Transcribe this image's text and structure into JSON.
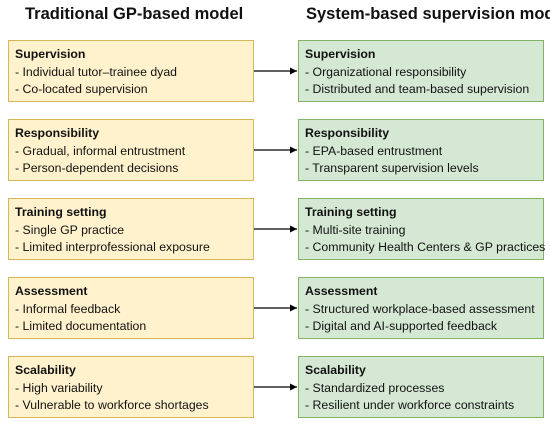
{
  "left_title": "Traditional GP-based model",
  "right_title": "System-based supervision model",
  "rows": [
    {
      "left": {
        "title": "Supervision",
        "lines": [
          "- Individual tutor–trainee dyad",
          "- Co-located supervision"
        ]
      },
      "right": {
        "title": "Supervision",
        "lines": [
          "- Organizational responsibility",
          "- Distributed and team-based supervision"
        ]
      }
    },
    {
      "left": {
        "title": "Responsibility",
        "lines": [
          "- Gradual, informal entrustment",
          "- Person-dependent decisions"
        ]
      },
      "right": {
        "title": "Responsibility",
        "lines": [
          "- EPA-based entrustment",
          "- Transparent supervision levels"
        ]
      }
    },
    {
      "left": {
        "title": "Training setting",
        "lines": [
          "- Single GP practice",
          "- Limited interprofessional exposure"
        ]
      },
      "right": {
        "title": "Training setting",
        "lines": [
          "- Multi-site training",
          "- Community Health Centers & GP practices"
        ]
      }
    },
    {
      "left": {
        "title": "Assessment",
        "lines": [
          "- Informal feedback",
          "- Limited documentation"
        ]
      },
      "right": {
        "title": "Assessment",
        "lines": [
          "- Structured workplace-based assessment",
          "- Digital and AI-supported feedback"
        ]
      }
    },
    {
      "left": {
        "title": "Scalability",
        "lines": [
          "- High variability",
          "- Vulnerable to workforce shortages"
        ]
      },
      "right": {
        "title": "Scalability",
        "lines": [
          "- Standardized processes",
          "- Resilient under workforce constraints"
        ]
      }
    }
  ],
  "colors": {
    "left_fill": "#fff2cc",
    "left_border": "#d6b656",
    "right_fill": "#d5e8d4",
    "right_border": "#82b366",
    "arrow": "#000000"
  }
}
